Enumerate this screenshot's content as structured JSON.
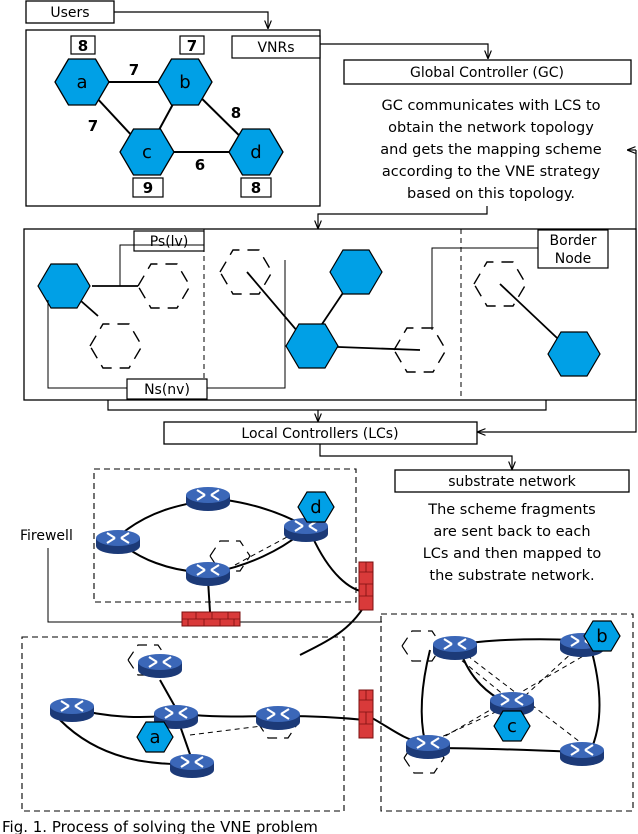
{
  "boxes": {
    "users": "Users",
    "vnrs": "VNRs",
    "gc": "Global Controller (GC)",
    "lcs": "Local Controllers (LCs)",
    "substrate": "substrate network",
    "ps": "Ps(lv)",
    "ns": "Ns(nv)",
    "border1": "Border",
    "border2": "Node"
  },
  "virtual_nodes": [
    {
      "id": "a",
      "weight": "8"
    },
    {
      "id": "b",
      "weight": "7"
    },
    {
      "id": "c",
      "weight": "9"
    },
    {
      "id": "d",
      "weight": "8"
    }
  ],
  "virtual_links": [
    {
      "from": "a",
      "to": "b",
      "weight": "7"
    },
    {
      "from": "a",
      "to": "c",
      "weight": "7"
    },
    {
      "from": "b",
      "to": "d",
      "weight": "8"
    },
    {
      "from": "c",
      "to": "d",
      "weight": "6"
    }
  ],
  "gc_description": [
    "GC communicates with LCS to",
    "obtain the network topology",
    "and gets the mapping scheme",
    "according to the VNE strategy",
    "based on this topology."
  ],
  "scheme_description": [
    "The scheme fragments",
    "are sent back to each",
    "LCs and then mapped to",
    "the substrate network."
  ],
  "firewall_label": "Firewell",
  "router_label": "ROUTER",
  "caption": "Fig. 1. Process of solving the VNE problem",
  "colors": {
    "node_fill": "#00a0e6",
    "firewall": "#d93a3a",
    "router": "#2a4f9a"
  }
}
